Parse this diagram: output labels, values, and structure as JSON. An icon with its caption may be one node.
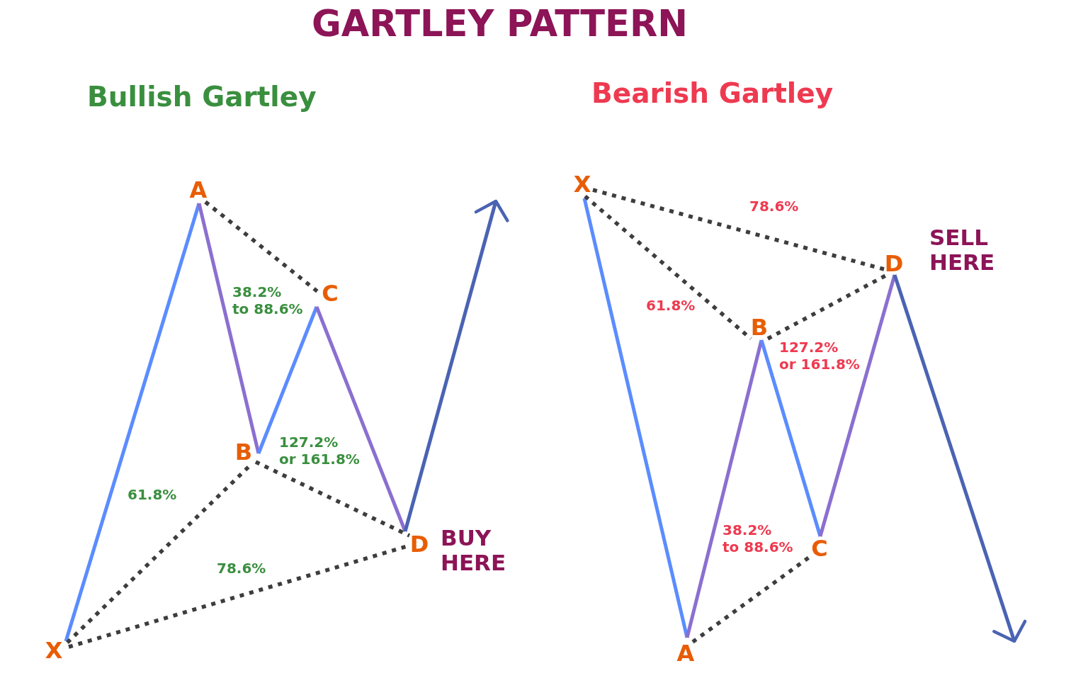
{
  "diagram": {
    "title": "GARTLEY PATTERN",
    "nodes": [
      {
        "text": [
          "X"
        ]
      },
      {
        "text": [
          "A"
        ]
      },
      {
        "text": [
          "B"
        ]
      },
      {
        "text": [
          "C"
        ]
      },
      {
        "text": [
          "D"
        ],
        "beside": [
          "BUY HERE"
        ]
      },
      {
        "text": [
          "X"
        ]
      },
      {
        "text": [
          "A"
        ]
      },
      {
        "text": [
          "B"
        ]
      },
      {
        "text": [
          "C"
        ]
      },
      {
        "text": [
          "D"
        ],
        "beside": [
          "SELL HERE"
        ]
      }
    ],
    "edges": [
      {
        "from": 0,
        "to": 1,
        "arrow": "none",
        "color": "#5b8cff"
      },
      {
        "from": 1,
        "to": 2,
        "arrow": "none",
        "color": "#8b6fd0"
      },
      {
        "from": 2,
        "to": 3,
        "arrow": "none",
        "color": "#5b8cff"
      },
      {
        "from": 3,
        "to": 4,
        "arrow": "none",
        "color": "#8b6fd0"
      },
      {
        "from": 4,
        "to": null,
        "arrow": "to",
        "color": "#4a63b3"
      },
      {
        "from": 1,
        "to": 3,
        "arrow": "none",
        "style": "dashed",
        "label": "38.2% to 88.6%"
      },
      {
        "from": 0,
        "to": 2,
        "arrow": "none",
        "style": "dashed",
        "label": "61.8%"
      },
      {
        "from": 2,
        "to": 4,
        "arrow": "none",
        "style": "dashed",
        "label": "127.2% or 161.8%"
      },
      {
        "from": 0,
        "to": 4,
        "arrow": "none",
        "style": "dashed",
        "label": "78.6%"
      },
      {
        "from": 5,
        "to": 6,
        "arrow": "none",
        "color": "#5b8cff"
      },
      {
        "from": 6,
        "to": 7,
        "arrow": "none",
        "color": "#8b6fd0"
      },
      {
        "from": 7,
        "to": 8,
        "arrow": "none",
        "color": "#5b8cff"
      },
      {
        "from": 8,
        "to": 9,
        "arrow": "none",
        "color": "#8b6fd0"
      },
      {
        "from": 9,
        "to": null,
        "arrow": "to",
        "color": "#4a63b3"
      },
      {
        "from": 5,
        "to": 9,
        "arrow": "none",
        "style": "dashed",
        "label": "78.6%"
      },
      {
        "from": 5,
        "to": 7,
        "arrow": "none",
        "style": "dashed",
        "label": "61.8%"
      },
      {
        "from": 7,
        "to": 9,
        "arrow": "none",
        "style": "dashed",
        "label": "127.2% or 161.8%"
      },
      {
        "from": 6,
        "to": 8,
        "arrow": "none",
        "style": "dashed",
        "label": "38.2% to 88.6%"
      }
    ],
    "labels": [
      "Bullish Gartley",
      "Bearish Gartley"
    ]
  }
}
